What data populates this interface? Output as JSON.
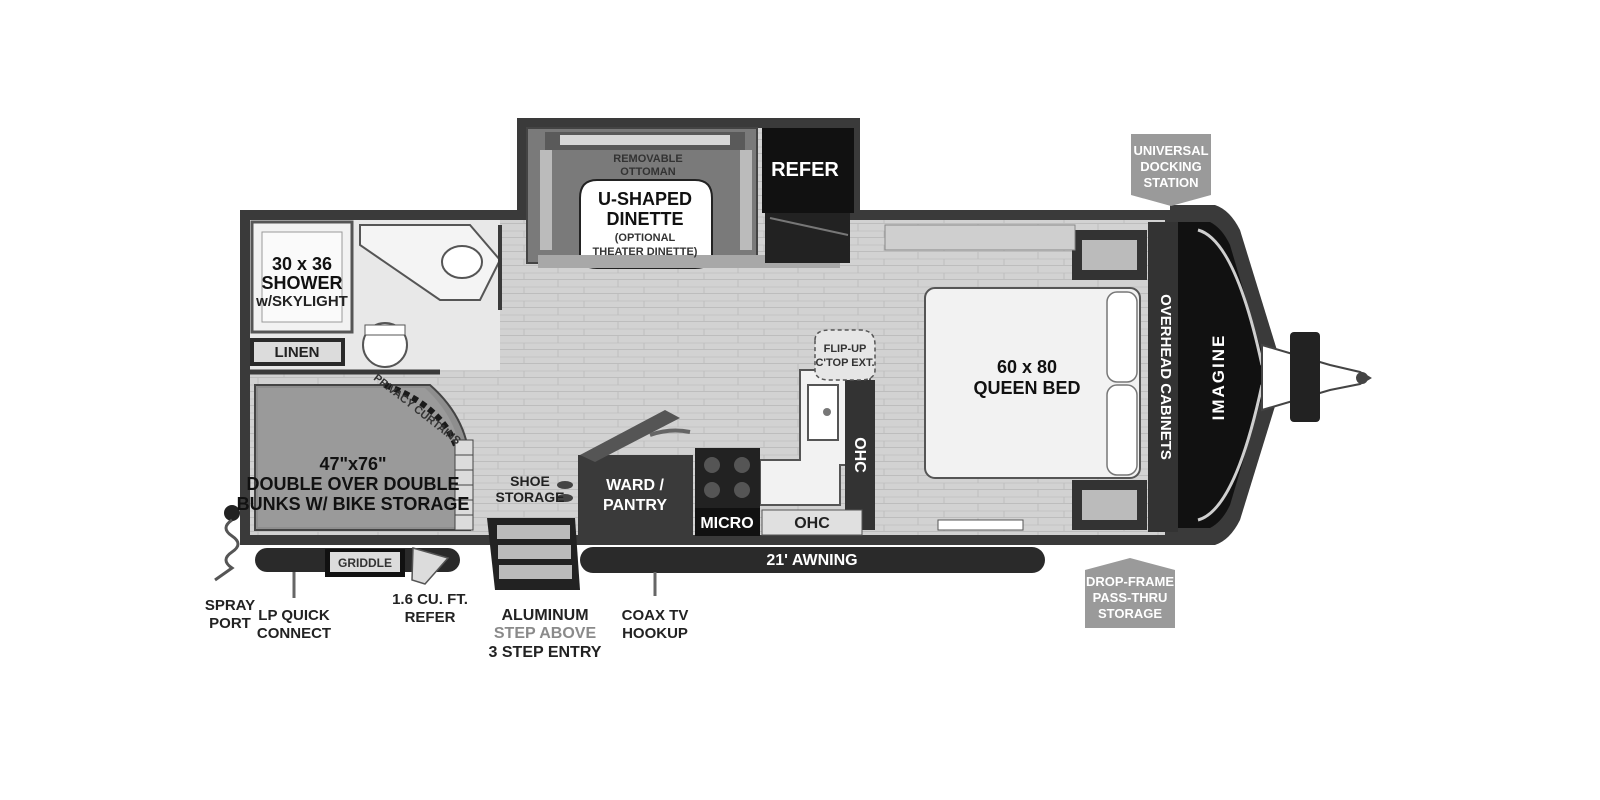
{
  "brand": {
    "logo_text": "IMAGINE"
  },
  "labels": {
    "shower": [
      "30 x 36",
      "SHOWER",
      "w/SKYLIGHT"
    ],
    "linen": "LINEN",
    "bunks": [
      "47\"x76\"",
      "DOUBLE OVER DOUBLE",
      "BUNKS W/ BIKE STORAGE"
    ],
    "privacy_curtains": "PRIVACY CURTAINS",
    "removable_ottoman": [
      "REMOVABLE",
      "OTTOMAN"
    ],
    "dinette": [
      "U-SHAPED",
      "DINETTE",
      "(OPTIONAL",
      "THEATER DINETTE)"
    ],
    "refer": "REFER",
    "flip_up": [
      "FLIP-UP",
      "C'TOP EXT."
    ],
    "ohc_vertical": "OHC",
    "ohc_bottom": "OHC",
    "micro": "MICRO",
    "ward_pantry": [
      "WARD /",
      "PANTRY"
    ],
    "shoe_storage": [
      "SHOE",
      "STORAGE"
    ],
    "awning": "21' AWNING",
    "griddle": "GRIDDLE",
    "queen_bed": [
      "60 x 80",
      "QUEEN BED"
    ],
    "overhead_cabinets": "OVERHEAD CABINETS"
  },
  "callouts": {
    "spray_port": [
      "SPRAY",
      "PORT"
    ],
    "lp_quick_connect": [
      "LP QUICK",
      "CONNECT"
    ],
    "refer_small": [
      "1.6 CU. FT.",
      "REFER"
    ],
    "aluminum_step": [
      "ALUMINUM",
      "STEP ABOVE",
      "3 STEP ENTRY"
    ],
    "coax_tv": [
      "COAX TV",
      "HOOKUP"
    ],
    "universal_docking": [
      "UNIVERSAL",
      "DOCKING",
      "STATION"
    ],
    "drop_frame": [
      "DROP-FRAME",
      "PASS-THRU",
      "STORAGE"
    ]
  },
  "colors": {
    "wall": "#3a3a3a",
    "floor": "#cfcfcf",
    "carpet": "#8e8e8e",
    "dark_appliance": "#1a1a1a",
    "callout_box": "#9a9a9a"
  }
}
